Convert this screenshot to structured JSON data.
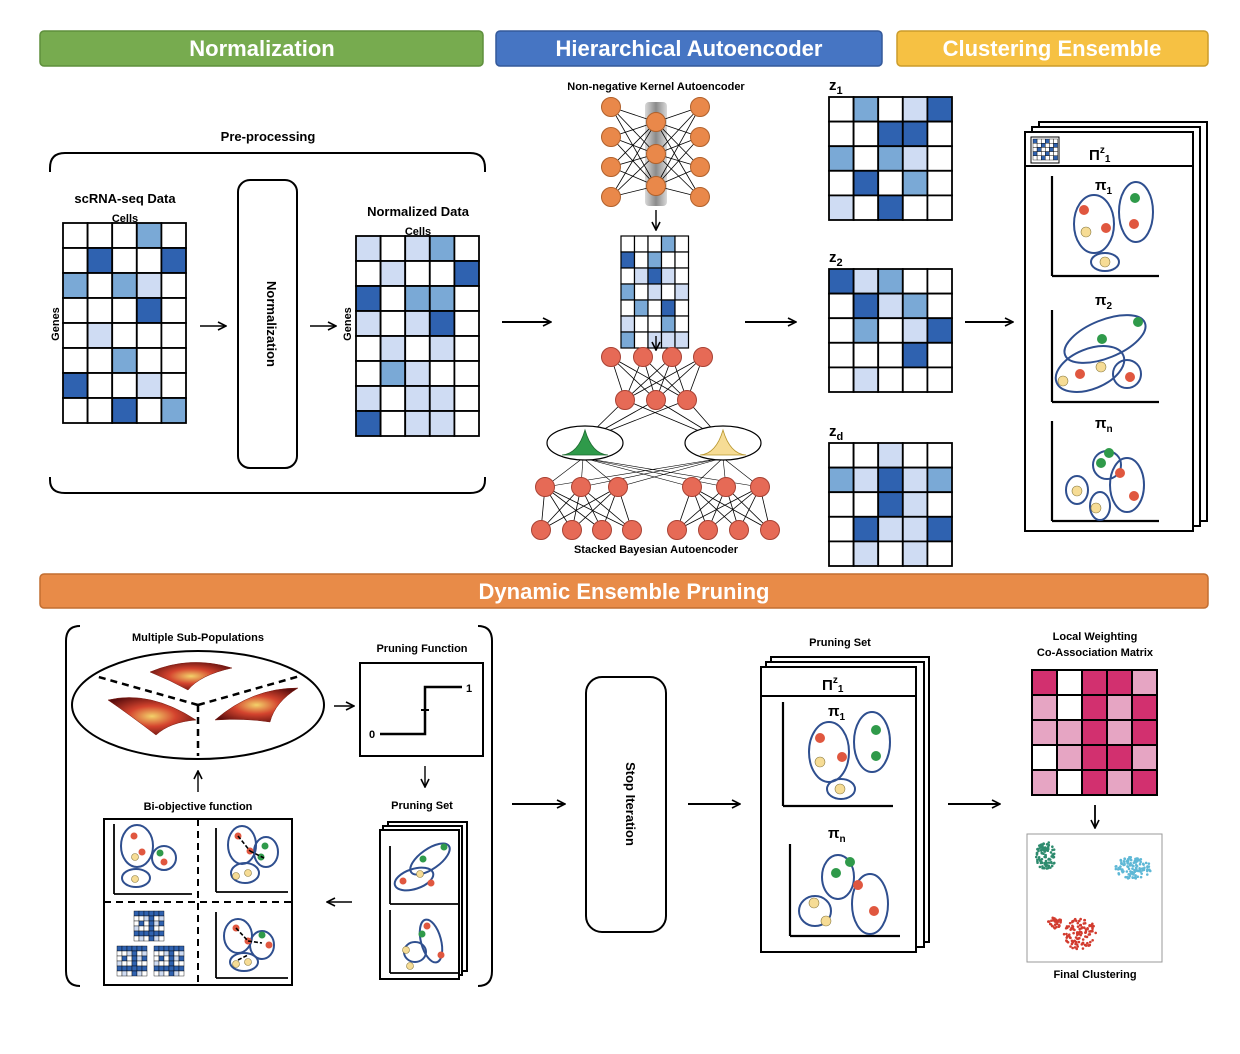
{
  "headers": {
    "normalization": "Normalization",
    "hierarchical": "Hierarchical Autoencoder",
    "clustering": "Clustering Ensemble",
    "pruning": "Dynamic Ensemble Pruning"
  },
  "colors": {
    "green": "#77ab4f",
    "blue": "#4675c3",
    "yellow": "#f6c143",
    "orange": "#e88b48",
    "node_orange": "#e9884a",
    "node_red": "#e66a56",
    "dark_blue": "#2f62b0",
    "mid_blue": "#7aa9d6",
    "light_blue": "#cfdcf3",
    "magenta": "#d2306f",
    "pink": "#e6a5c3",
    "ellipse_stroke": "#2f4f8f",
    "dot_red": "#e0573f",
    "dot_green": "#2f9a4a",
    "dot_yellow": "#f6dc95"
  },
  "preprocess": {
    "title": "Pre-processing",
    "raw_title": "scRNA-seq Data",
    "cells": "Cells",
    "genes": "Genes",
    "normalization_box": "Normalization",
    "norm_title": "Normalized Data",
    "norm_cells": "Cells",
    "norm_genes": "Genes"
  },
  "autoencoder": {
    "top_label": "Non-negative Kernel Autoencoder",
    "bottom_label": "Stacked Bayesian Autoencoder"
  },
  "latent": {
    "z1": "z",
    "z1_sub": "1",
    "z2": "z",
    "z2_sub": "2",
    "zd": "z",
    "zd_sub": "d"
  },
  "ensemble": {
    "header_pi": "Π",
    "header_sup": "z",
    "header_sub": "1",
    "pi1": "π",
    "pi1_sub": "1",
    "pi2": "π",
    "pi2_sub": "2",
    "pin": "π",
    "pin_sub": "n"
  },
  "pruning": {
    "subpop_title": "Multiple Sub-Populations",
    "function_title": "Pruning Function",
    "function_zero": "0",
    "function_one": "1",
    "set_title_small": "Pruning Set",
    "biobjective_title": "Bi-objective function",
    "stop_box": "Stop Iteration",
    "set_title": "Pruning Set",
    "set_header_pi": "Π",
    "set_header_sup": "z",
    "set_header_sub": "1",
    "set_pi1": "π",
    "set_pi1_sub": "1",
    "set_pin": "π",
    "set_pin_sub": "n",
    "weighting_title_1": "Local Weighting",
    "weighting_title_2": "Co-Association Matrix",
    "final_title": "Final Clustering"
  }
}
